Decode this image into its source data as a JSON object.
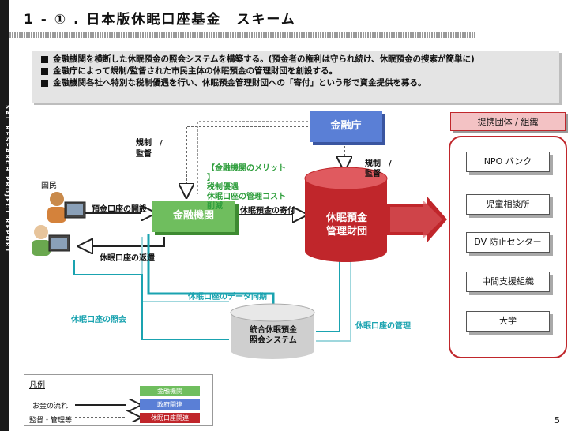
{
  "sidebar": {
    "text": "SAL    RESEARCH  PROJECT  REPORT"
  },
  "title": "1 - ① . 日本版休眠口座基金　スキーム",
  "bullets": [
    "金融機関を横断した休眠預金の照会システムを構築する。(預金者の権利は守られ続け、休眠預金の捜索が簡単に)",
    "金融庁によって規制/監督された市民主体の休眠預金の管理財団を創設する。",
    "金融機関各社へ特別な税制優遇を行い、休眠預金管理財団への「寄付」という形で資金提供を募る。"
  ],
  "nodes": {
    "fsa": "金融庁",
    "bank": "金融機関",
    "foundation_line1": "休眠預金",
    "foundation_line2": "管理財団",
    "system_line1": "統合休眠預金",
    "system_line2": "照会システム"
  },
  "labels": {
    "regulate_left": "規制　/",
    "supervise_left": "監督",
    "regulate_right": "規制　/",
    "supervise_right": "監督",
    "citizens": "国民",
    "deposit_open": "預金口座の開設",
    "return": "休眠口座の返還",
    "donation": "休眠預金の寄付",
    "data_sync": "休眠口座のデータ同期",
    "inquiry": "休眠口座の照会",
    "management": "休眠口座の管理"
  },
  "merit": {
    "title": "【金融機関のメリット",
    "close": "】",
    "line1": "税制優遇",
    "line2": "休眠口座の管理コスト",
    "line3": "削減"
  },
  "partners": {
    "header": "提携団体 / 組織",
    "items": [
      "NPO バンク",
      "児童相談所",
      "DV 防止センター",
      "中間支援組織",
      "大学"
    ]
  },
  "legend": {
    "title": "凡例",
    "money_flow": "お金の流れ",
    "supervision": "監督・管理等",
    "chip_bank": "金融機関",
    "chip_gov": "政府関連",
    "chip_dormant": "休眠口座関連"
  },
  "page_number": "5",
  "colors": {
    "green": "#6fbe5e",
    "blue": "#5a7fd6",
    "red": "#c0262b",
    "teal": "#1aa3b0",
    "gray": "#bfbfbf"
  }
}
